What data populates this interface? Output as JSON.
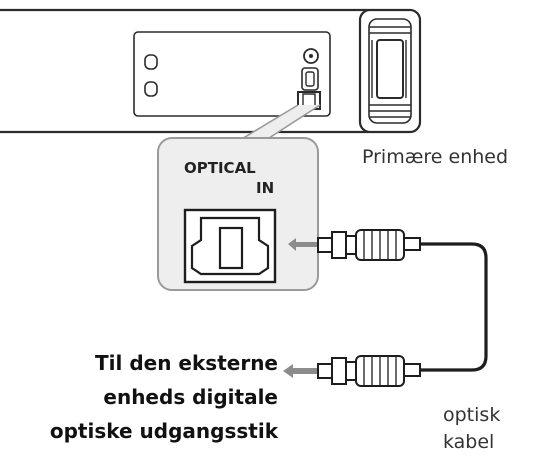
{
  "labels": {
    "main_unit": "Primære enhed",
    "destination_lines": [
      "Til den eksterne",
      "enheds digitale",
      "optiske udgangsstik"
    ],
    "cable_lines": [
      "optisk",
      "kabel"
    ]
  },
  "port": {
    "label_line1": "OPTICAL",
    "label_line2": "IN"
  },
  "colors": {
    "outline": "#2b2b2b",
    "callout_fill": "#eeeeee",
    "arrow": "#8c8c8c",
    "text": "#222222"
  },
  "icons": [
    "optical-port-icon",
    "arrow-left-icon",
    "optical-plug-icon",
    "circle-port-icon"
  ]
}
